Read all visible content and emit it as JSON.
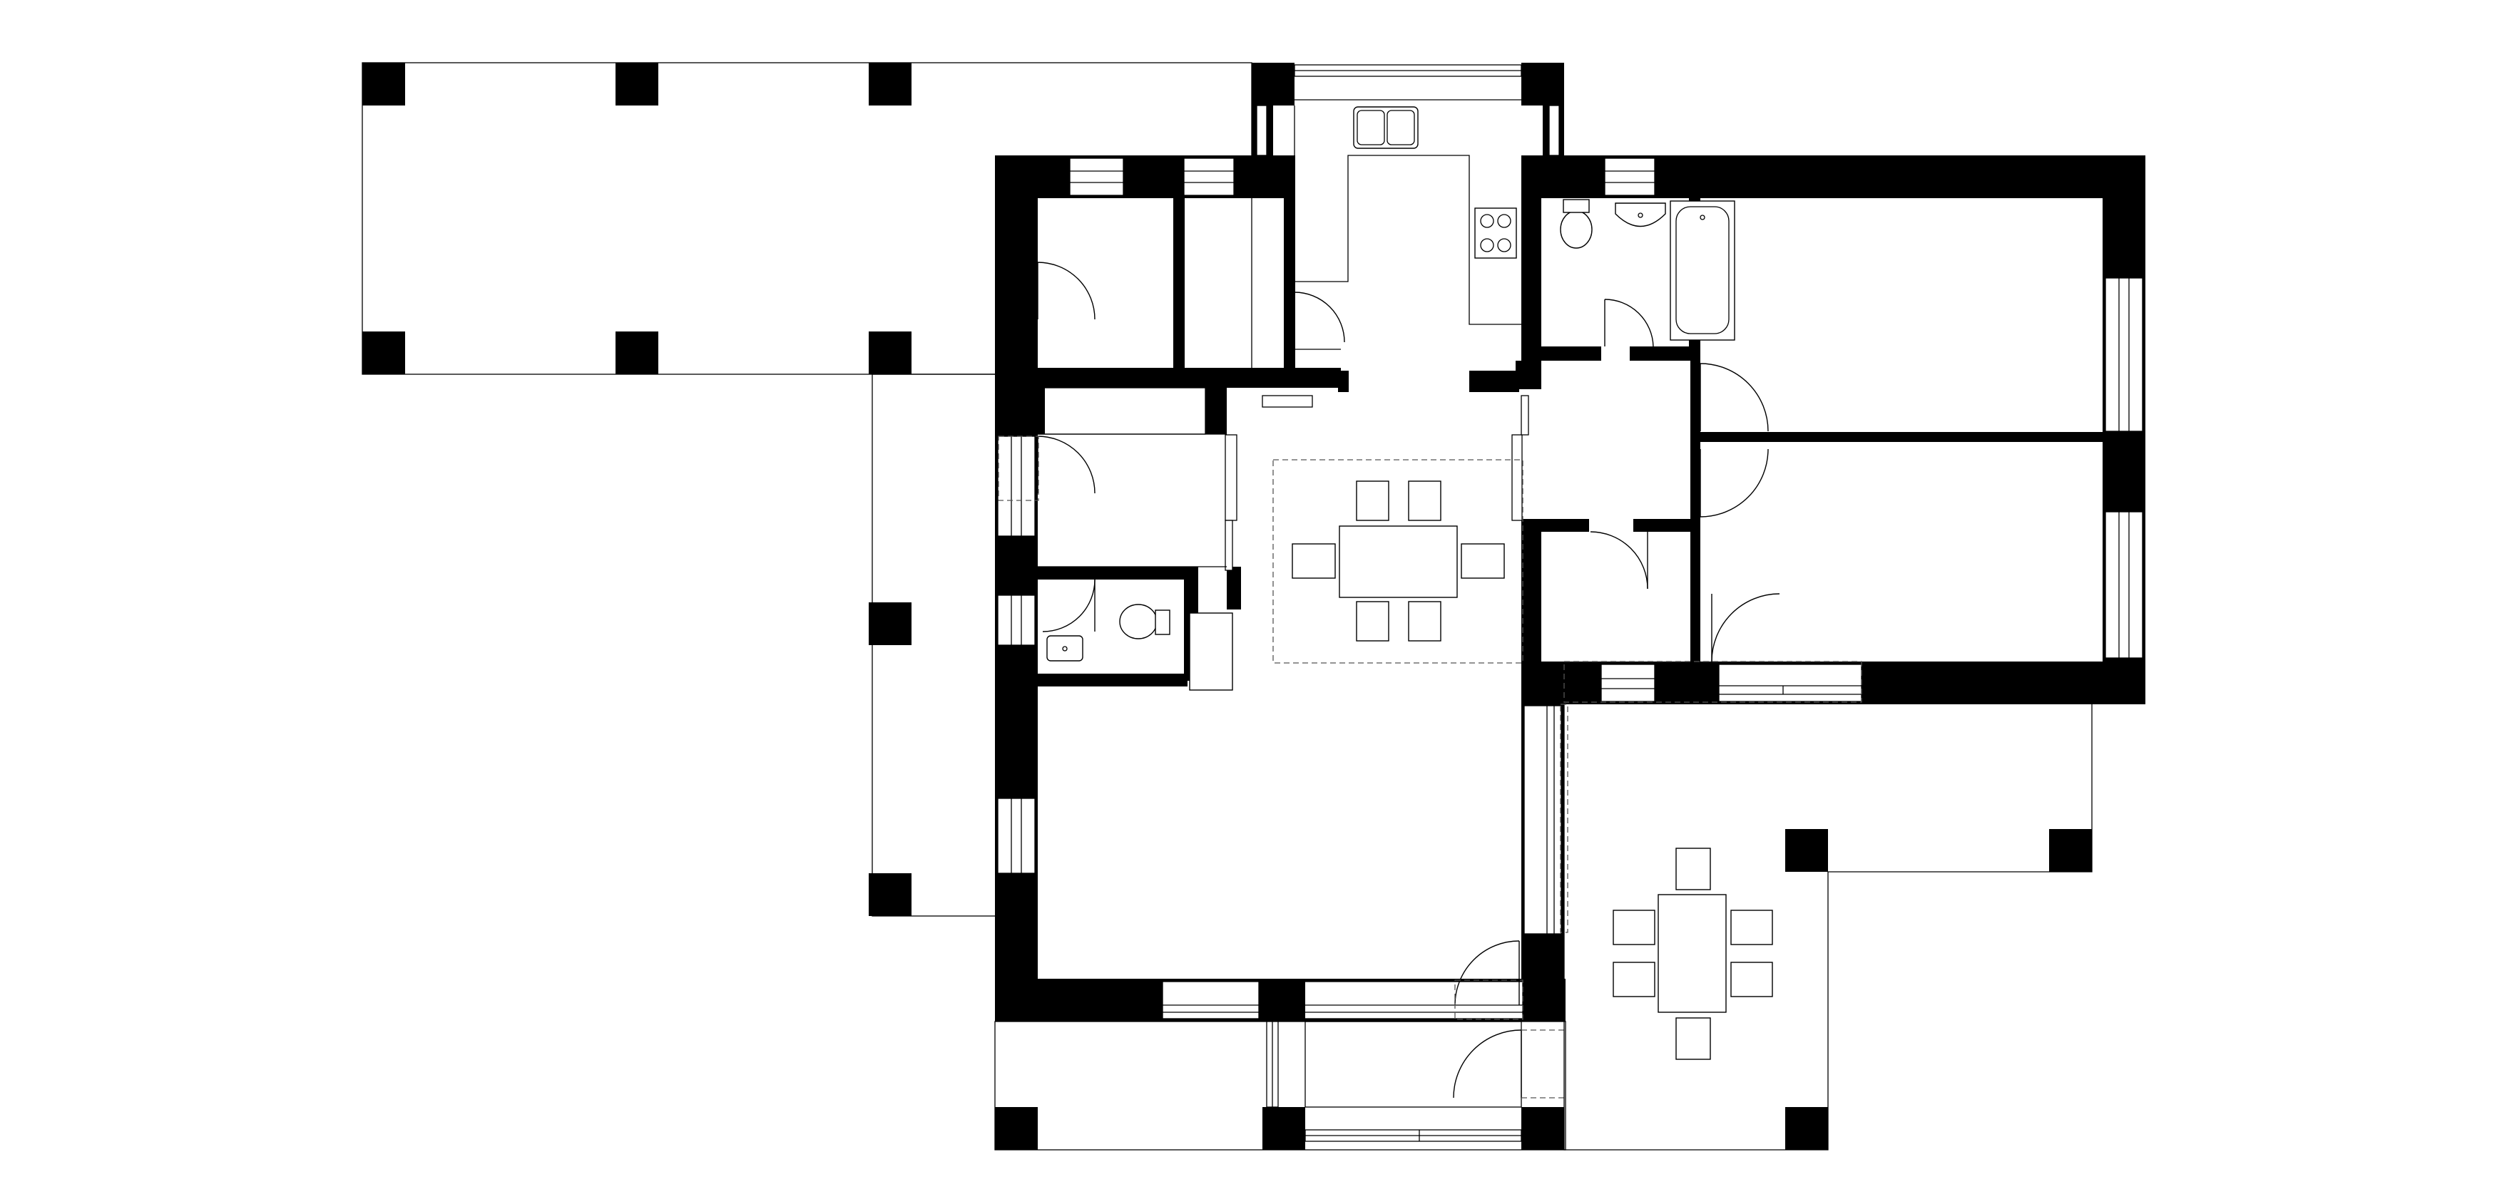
{
  "drawing": {
    "kind": "architectural floor plan",
    "text_labels": [],
    "colors": {
      "wall": "#000000",
      "line": "#000000",
      "background": "#ffffff",
      "dashed": "#555555"
    }
  },
  "rooms": [
    {
      "id": "pergola-west",
      "kind": "covered-terrace"
    },
    {
      "id": "storage-1",
      "kind": "room"
    },
    {
      "id": "storage-2",
      "kind": "room"
    },
    {
      "id": "kitchen",
      "kind": "kitchen",
      "fixtures": [
        "double-sink",
        "stove",
        "counter"
      ]
    },
    {
      "id": "bathroom",
      "kind": "bathroom",
      "fixtures": [
        "toilet",
        "washbasin",
        "bathtub"
      ]
    },
    {
      "id": "bedroom-north",
      "kind": "room"
    },
    {
      "id": "bedroom-south",
      "kind": "room"
    },
    {
      "id": "hall",
      "kind": "corridor"
    },
    {
      "id": "closet",
      "kind": "room"
    },
    {
      "id": "wc",
      "kind": "toilet",
      "fixtures": [
        "toilet",
        "washbasin"
      ]
    },
    {
      "id": "utility",
      "kind": "room"
    },
    {
      "id": "living-dining",
      "kind": "living-room",
      "furniture": [
        "dining-table",
        "6-chairs",
        "rug"
      ]
    },
    {
      "id": "vestibule",
      "kind": "entrance"
    },
    {
      "id": "terrace-east",
      "kind": "covered-terrace",
      "furniture": [
        "dining-table",
        "6-chairs"
      ]
    }
  ]
}
